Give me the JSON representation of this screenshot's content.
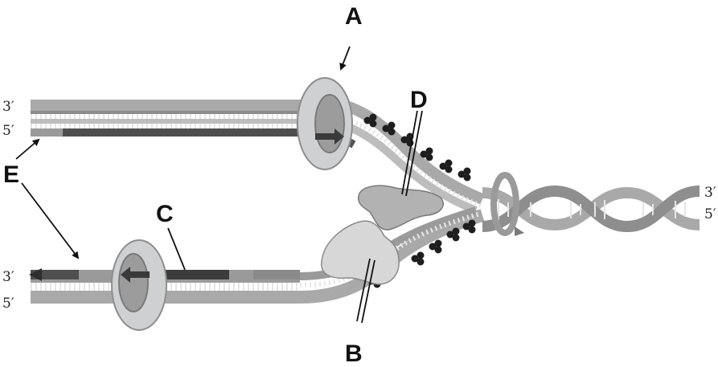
{
  "labels": {
    "a": "A",
    "b": "B",
    "c": "C",
    "d": "D",
    "e": "E"
  },
  "strand_ends": {
    "top_3": "3′",
    "top_5": "5′",
    "bottom_3": "3′",
    "bottom_5": "5′",
    "right_3": "3′",
    "right_5": "5′"
  },
  "colors": {
    "backbone_light": "#a9a9a9",
    "backbone_dark": "#7d7d7d",
    "rung": "#e6e6e6",
    "new_strand": "#555555",
    "primer": "#3c3c3c",
    "clamp_face": "#cfd0d1",
    "clamp_edge": "#8e8e8e",
    "helicase": "#d7d7d7",
    "polymerase_d": "#b2b2b2",
    "ssb": "#1e1e1e",
    "line": "#111111"
  }
}
